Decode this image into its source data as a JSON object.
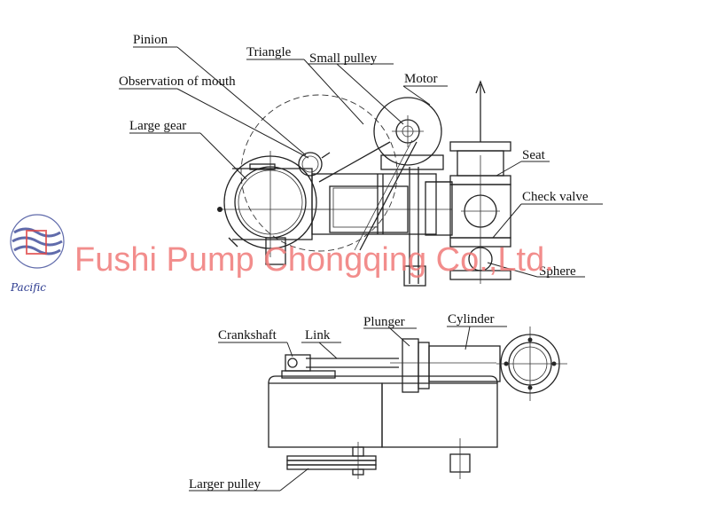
{
  "labels": {
    "pinion": "Pinion",
    "triangle": "Triangle",
    "small_pulley": "Small pulley",
    "motor": "Motor",
    "observation_mouth": "Observation of mouth",
    "large_gear": "Large gear",
    "seat": "Seat",
    "check_valve": "Check valve",
    "sphere": "Sphere",
    "crankshaft": "Crankshaft",
    "link": "Link",
    "plunger": "Plunger",
    "cylinder": "Cylinder",
    "larger_pulley": "Larger pulley"
  },
  "watermark": {
    "company": "Fushi Pump Chongqing Co.,Ltd.",
    "logo_text": "Pacific",
    "logo_color": "#2b3a8f",
    "text_color": "#f07a78"
  }
}
